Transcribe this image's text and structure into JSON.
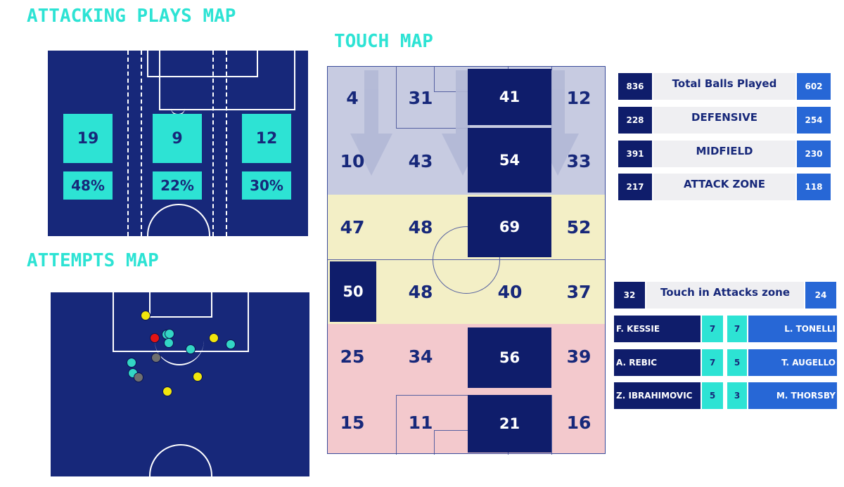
{
  "attacking_plays": {
    "heading": "ATTACKING PLAYS MAP",
    "lanes": [
      {
        "count": "19",
        "pct": "48%"
      },
      {
        "count": "9",
        "pct": "22%"
      },
      {
        "count": "12",
        "pct": "30%"
      }
    ]
  },
  "attempts": {
    "heading": "ATTEMPTS MAP",
    "legend_colors": {
      "yellow": "#f1e60c",
      "red": "#e41414",
      "teal": "#33d6c5",
      "grey": "#6f6f6f"
    }
  },
  "touch_map": {
    "heading": "TOUCH MAP",
    "rows": [
      [
        "4",
        "31",
        "41",
        "12"
      ],
      [
        "10",
        "43",
        "54",
        "33"
      ],
      [
        "47",
        "48",
        "69",
        "52"
      ],
      [
        "50",
        "48",
        "40",
        "37"
      ],
      [
        "25",
        "34",
        "56",
        "39"
      ],
      [
        "15",
        "11",
        "21",
        "16"
      ]
    ],
    "colors": {
      "defensive": "#c7cbe1",
      "midfield": "#f3efc6",
      "attack": "#f3c9cd",
      "highlight": "#0f1d6b"
    }
  },
  "stats": [
    {
      "left": "836",
      "label": "Total Balls Played",
      "right": "602"
    },
    {
      "left": "228",
      "label": "DEFENSIVE",
      "right": "254"
    },
    {
      "left": "391",
      "label": "MIDFIELD",
      "right": "230"
    },
    {
      "left": "217",
      "label": "ATTACK ZONE",
      "right": "118"
    }
  ],
  "attack_zone": {
    "left": "32",
    "label": "Touch in Attacks zone",
    "right": "24"
  },
  "players": [
    {
      "left_name": "F. KESSIE",
      "left_val": "7",
      "right_val": "7",
      "right_name": "L. TONELLI"
    },
    {
      "left_name": "A. REBIC",
      "left_val": "7",
      "right_val": "5",
      "right_name": "T. AUGELLO"
    },
    {
      "left_name": "Z. IBRAHIMOVIC",
      "left_val": "5",
      "right_val": "3",
      "right_name": "M. THORSBY"
    }
  ],
  "colors": {
    "heading": "#2de3d4",
    "navy": "#17287a",
    "dark_navy": "#0f1d6b",
    "blue": "#2767d6",
    "teal": "#2de3d4"
  }
}
